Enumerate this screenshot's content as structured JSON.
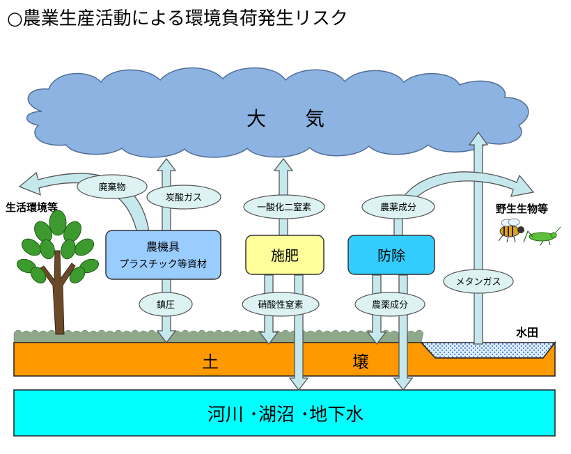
{
  "title": "○農業生産活動による環境負荷発生リスク",
  "atmosphere": "大　　気",
  "soil": "土　　　　　　　　壌",
  "water_bodies": "河川 ･湖沼 ･地下水",
  "paddy": "水田",
  "living_env": "生活環境等",
  "wildlife": "野生生物等",
  "sources": {
    "machinery_line1": "農機具",
    "machinery_line2": "プラスチック等資材",
    "fertilizer": "施肥",
    "pest_control": "防除"
  },
  "flows": {
    "waste": "廃棄物",
    "co2": "炭酸ガス",
    "n2o": "一酸化二窒素",
    "pesticide_air": "農薬成分",
    "methane": "メタンガス",
    "compaction": "鎮圧",
    "nitrate": "硝酸性窒素",
    "pesticide_soil": "農薬成分"
  },
  "colors": {
    "cloud": "#8DB3E2",
    "machinery_box": "#99CCFF",
    "fertilizer_box": "#FFFF99",
    "pest_box": "#33CCFF",
    "soil": "#FF9900",
    "water": "#00FFFF",
    "arrow": "#C5E8EC",
    "ellipse": "#DDF2F2"
  }
}
